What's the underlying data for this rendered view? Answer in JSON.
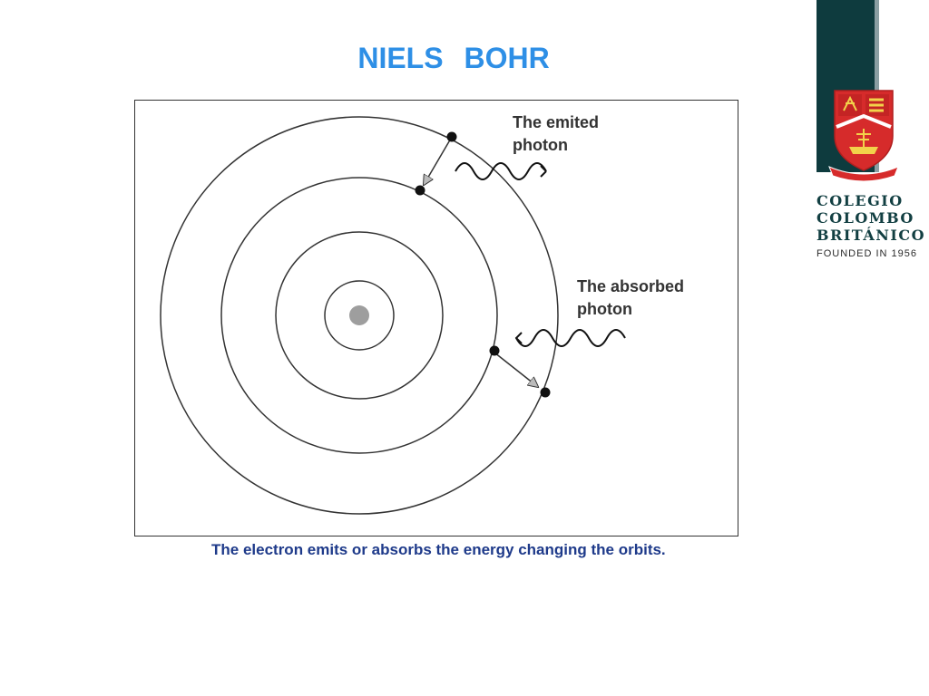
{
  "slide": {
    "title": "NIELS   BOHR"
  },
  "diagram": {
    "label_emitted_line1": "The emited",
    "label_emitted_line2": "photon",
    "label_absorbed_line1": "The absorbed",
    "label_absorbed_line2": "photon",
    "caption": "The electron emits or absorbs the energy changing the orbits."
  },
  "brand": {
    "name_line1": "COLEGIO",
    "name_line2": "COLOMBO",
    "name_line3": "BRITÁNICO",
    "founded": "FOUNDED IN 1956"
  },
  "colors": {
    "title": "#2e8fe6",
    "caption": "#1e3a8a",
    "brand_dark": "#0e3b3e",
    "crest_red": "#d62b2b"
  }
}
